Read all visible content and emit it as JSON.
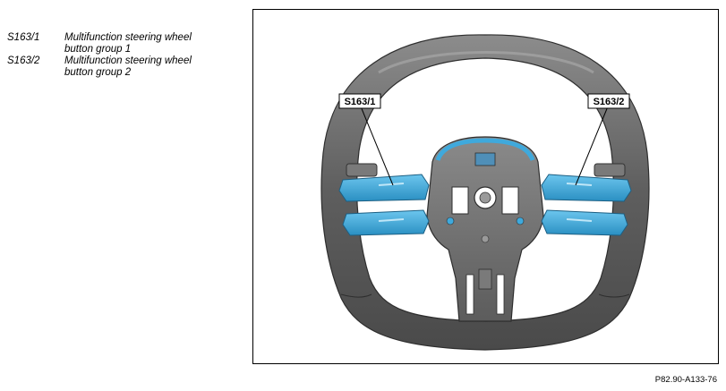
{
  "legend": [
    {
      "code": "S163/1",
      "desc_line1": "Multifunction steering wheel",
      "desc_line2": "button group 1"
    },
    {
      "code": "S163/2",
      "desc_line1": "Multifunction steering wheel",
      "desc_line2": "button group 2"
    }
  ],
  "figure": {
    "callout_left": "S163/1",
    "callout_right": "S163/2"
  },
  "reference_code": "P82.90-A133-76",
  "colors": {
    "rim": "#5a5a5a",
    "rim_highlight": "#8a8a8a",
    "hub": "#6e6e6e",
    "button_groups": "#3fa9dc"
  }
}
